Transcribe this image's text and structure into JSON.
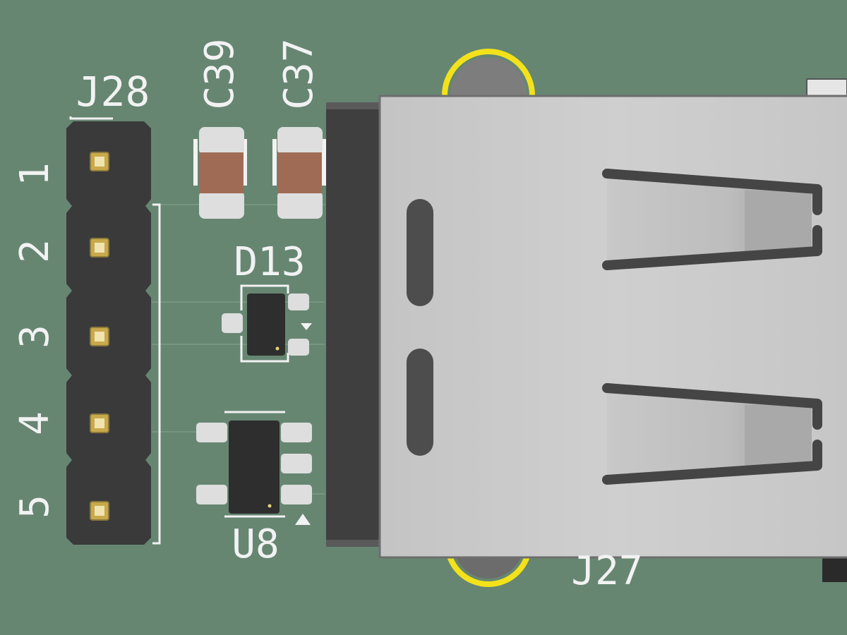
{
  "colors": {
    "board": "#668672",
    "silkscreen": "#f2f2f2",
    "pad_tin": "#d8d8d8",
    "pad_gold": "#c9a94b",
    "header_body": "#3a3a3a",
    "capacitor_body": "#a06b54",
    "ic_body": "#2e2e2e",
    "usb_shell": "#c8c8c8",
    "via_ring": "#f3e21a"
  },
  "components": {
    "j28": {
      "ref": "J28",
      "pin_labels": [
        "1",
        "2",
        "3",
        "4",
        "5"
      ]
    },
    "c39": {
      "ref": "C39"
    },
    "c37": {
      "ref": "C37"
    },
    "d13": {
      "ref": "D13"
    },
    "u8": {
      "ref": "U8"
    },
    "j27": {
      "ref": "J27"
    }
  }
}
